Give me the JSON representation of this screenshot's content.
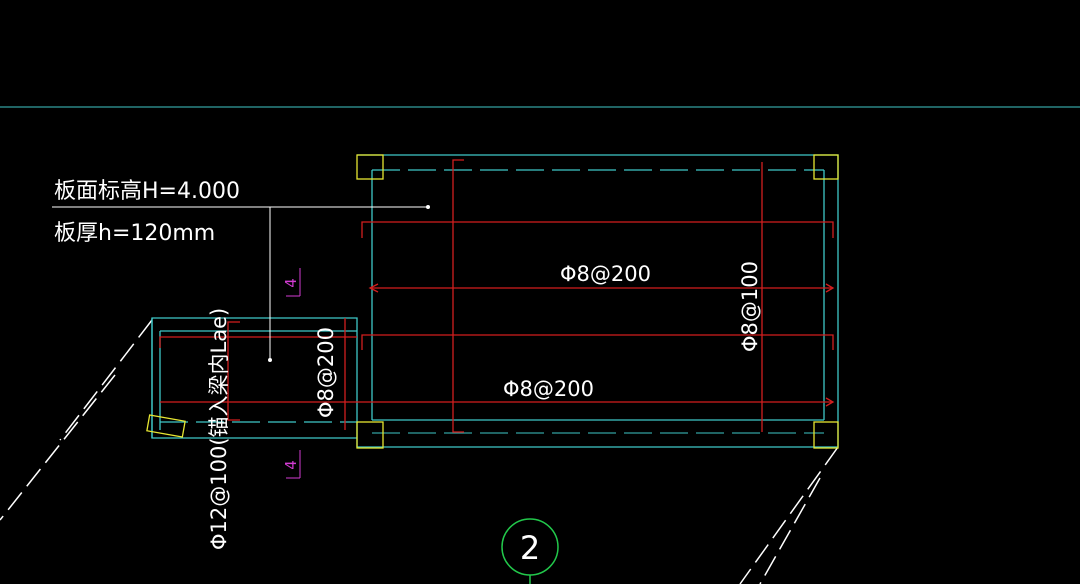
{
  "drawing": {
    "notes": {
      "elevation": "板面标高H=4.000",
      "thickness": "板厚h=120mm"
    },
    "rebar_labels": {
      "top_long": "Φ8@200",
      "bottom_long": "Φ8@200",
      "right_vertical": "Φ8@100",
      "left_vertical": "Φ8@200",
      "edge_anchor": "Φ12@100(锚入梁内Lae)"
    },
    "section_marks": {
      "upper": "4",
      "lower": "4"
    },
    "axis_bubble": "2",
    "colors": {
      "background": "#000000",
      "outline": "#3fc8c8",
      "rebar": "#d21e1e",
      "column": "#e6e632",
      "axis": "#22c84b",
      "section": "#d23cd2",
      "text": "#ffffff"
    }
  }
}
